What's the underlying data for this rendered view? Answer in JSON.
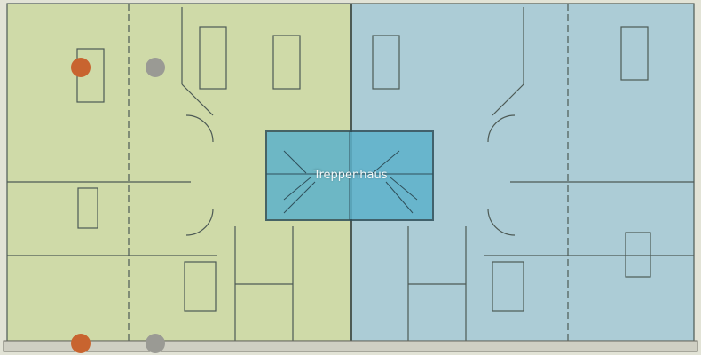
{
  "zones": [
    {
      "name": "left-unit",
      "color": "#cdd8a3"
    },
    {
      "name": "right-unit",
      "color": "#a6c9d6"
    },
    {
      "name": "stairwell",
      "color": "#5db2cb",
      "label": "Treppenhaus"
    }
  ],
  "markers": [
    {
      "name": "orange-marker",
      "color": "#c8642f"
    },
    {
      "name": "grey-marker",
      "color": "#9a9a94"
    }
  ]
}
